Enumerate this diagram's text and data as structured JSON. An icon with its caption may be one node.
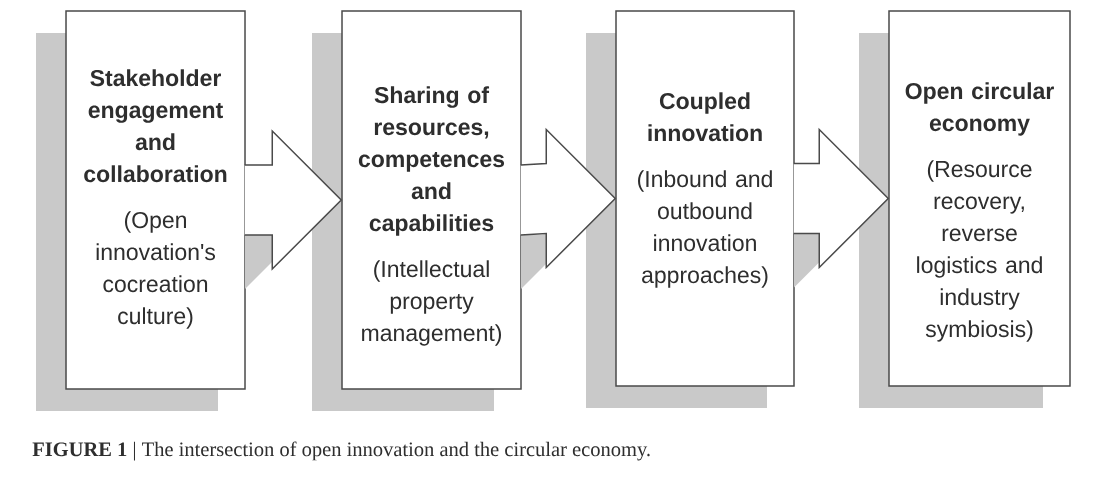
{
  "diagram": {
    "caption": "**FIGURE 1** | The intersection of open innovation and the circular economy.",
    "nodes": [
      {
        "text": [
          "Stakeholder engagement and collaboration",
          "(Open innovation's cocreation culture)"
        ]
      },
      {
        "text": [
          "Sharing of resources, competences and capabilities",
          "(Intellectual property management)"
        ]
      },
      {
        "text": [
          "Coupled innovation",
          "(Inbound and outbound innovation approaches)"
        ]
      },
      {
        "text": [
          "Open circular economy",
          "(Resource recovery, reverse logistics and industry symbiosis)"
        ]
      }
    ],
    "edges": [
      {
        "from": 0,
        "to": 1,
        "arrow": "to"
      },
      {
        "from": 1,
        "to": 2,
        "arrow": "to"
      },
      {
        "from": 2,
        "to": 3,
        "arrow": "to"
      }
    ]
  }
}
